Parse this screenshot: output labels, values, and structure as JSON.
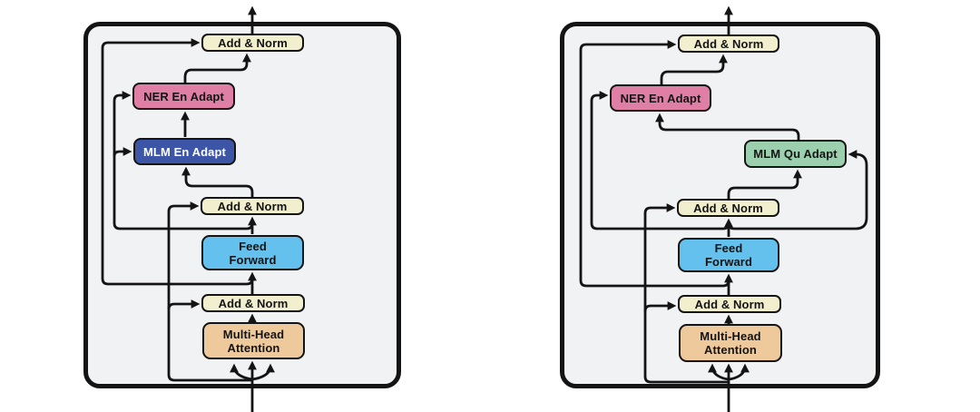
{
  "figure": {
    "kind": "transformer-adapter-architecture",
    "panels": [
      "left",
      "right"
    ]
  },
  "colors": {
    "page": {
      "bg": "#ffffff"
    },
    "container": {
      "bg": "#f1f2f4",
      "border": "#141414"
    },
    "line": "#141414",
    "addnorm": {
      "bg": "#f1efce",
      "fg": "#141414",
      "border": "#141414"
    },
    "ner_adapter": {
      "bg": "#e07fa5",
      "fg": "#141414",
      "border": "#141414"
    },
    "mlm_en_adapter": {
      "bg": "#3c55a6",
      "fg": "#ffffff",
      "border": "#141414"
    },
    "mlm_qu_adapter": {
      "bg": "#9ccfae",
      "fg": "#141414",
      "border": "#141414"
    },
    "feed_forward": {
      "bg": "#64c0ec",
      "fg": "#141414",
      "border": "#141414"
    },
    "attention": {
      "bg": "#eec99c",
      "fg": "#141414",
      "border": "#141414"
    }
  },
  "diagrams": {
    "left": {
      "nodes": {
        "addnorm_top": {
          "label": "Add & Norm"
        },
        "ner": {
          "label": "NER En Adapt"
        },
        "mlm": {
          "label": "MLM En Adapt"
        },
        "addnorm_mid": {
          "label": "Add & Norm"
        },
        "ff": {
          "line1": "Feed",
          "line2": "Forward"
        },
        "addnorm_bot": {
          "label": "Add & Norm"
        },
        "mha": {
          "line1": "Multi-Head",
          "line2": "Attention"
        }
      }
    },
    "right": {
      "nodes": {
        "addnorm_top": {
          "label": "Add & Norm"
        },
        "ner": {
          "label": "NER En Adapt"
        },
        "mlm": {
          "label": "MLM Qu Adapt"
        },
        "addnorm_mid": {
          "label": "Add & Norm"
        },
        "ff": {
          "line1": "Feed",
          "line2": "Forward"
        },
        "addnorm_bot": {
          "label": "Add & Norm"
        },
        "mha": {
          "line1": "Multi-Head",
          "line2": "Attention"
        }
      }
    }
  }
}
